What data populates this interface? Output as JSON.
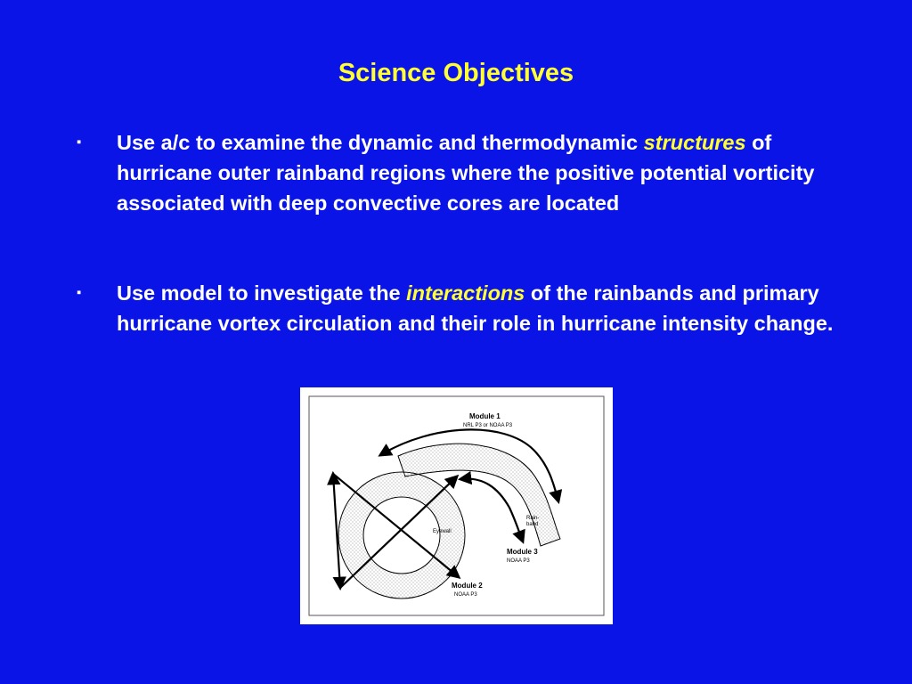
{
  "title": "Science Objectives",
  "bullets": [
    {
      "marker": "▪",
      "before": "Use a/c to examine the dynamic and thermodynamic ",
      "emph": "structures",
      "after": " of hurricane outer rainband regions where the positive potential vorticity associated with deep convective cores are located"
    },
    {
      "marker": "▪",
      "before": "Use model to investigate the ",
      "emph": "interactions",
      "after": " of the rainbands and primary hurricane vortex circulation and their role in hurricane intensity change."
    }
  ],
  "diagram": {
    "module1_title": "Module 1",
    "module1_sub": "NRL P3 or NOAA P3",
    "module2_title": "Module 2",
    "module2_sub": "NOAA P3",
    "module3_title": "Module 3",
    "module3_sub": "NOAA P3",
    "eyewall_label": "Eyewall",
    "rainband_label_1": "Rain-",
    "rainband_label_2": "band"
  },
  "colors": {
    "background": "#0a14e6",
    "title": "#ffff33",
    "emphasis": "#ffff33",
    "text": "#ffffff"
  }
}
